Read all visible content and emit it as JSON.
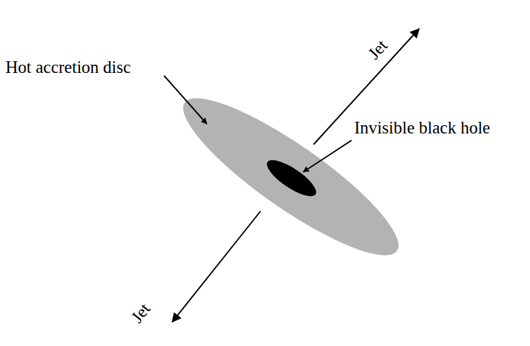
{
  "diagram": {
    "labels": [
      "Hot accretion disc",
      "Invisible black hole",
      "Jet",
      "Jet"
    ]
  }
}
